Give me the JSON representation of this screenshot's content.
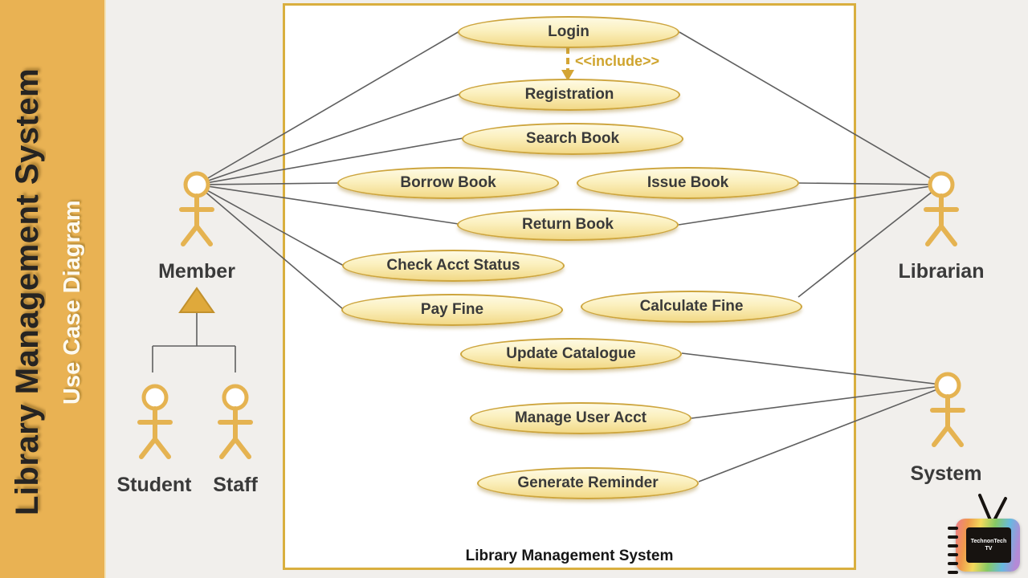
{
  "sidebar": {
    "title": "Library Management System",
    "subtitle": "Use Case Diagram"
  },
  "diagram": {
    "caption": "Library Management System",
    "use_cases": [
      {
        "id": "login",
        "label": "Login"
      },
      {
        "id": "registration",
        "label": "Registration"
      },
      {
        "id": "search-book",
        "label": "Search Book"
      },
      {
        "id": "borrow-book",
        "label": "Borrow Book"
      },
      {
        "id": "issue-book",
        "label": "Issue Book"
      },
      {
        "id": "return-book",
        "label": "Return Book"
      },
      {
        "id": "check-acct-status",
        "label": "Check Acct Status"
      },
      {
        "id": "pay-fine",
        "label": "Pay Fine"
      },
      {
        "id": "calculate-fine",
        "label": "Calculate Fine"
      },
      {
        "id": "update-catalogue",
        "label": "Update Catalogue"
      },
      {
        "id": "manage-user-acct",
        "label": "Manage User Acct"
      },
      {
        "id": "generate-reminder",
        "label": "Generate Reminder"
      }
    ],
    "actors": [
      {
        "id": "member",
        "label": "Member"
      },
      {
        "id": "student",
        "label": "Student"
      },
      {
        "id": "staff",
        "label": "Staff"
      },
      {
        "id": "librarian",
        "label": "Librarian"
      },
      {
        "id": "system",
        "label": "System"
      }
    ],
    "include": {
      "label": "<<include>>",
      "from": "Login",
      "to": "Registration"
    },
    "associations": [
      {
        "from": "Member",
        "to": "Login"
      },
      {
        "from": "Member",
        "to": "Registration"
      },
      {
        "from": "Member",
        "to": "Search Book"
      },
      {
        "from": "Member",
        "to": "Borrow Book"
      },
      {
        "from": "Member",
        "to": "Return Book"
      },
      {
        "from": "Member",
        "to": "Check Acct Status"
      },
      {
        "from": "Member",
        "to": "Pay Fine"
      },
      {
        "from": "Librarian",
        "to": "Login"
      },
      {
        "from": "Librarian",
        "to": "Issue Book"
      },
      {
        "from": "Librarian",
        "to": "Return Book"
      },
      {
        "from": "Librarian",
        "to": "Calculate Fine"
      },
      {
        "from": "System",
        "to": "Update Catalogue"
      },
      {
        "from": "System",
        "to": "Manage User Acct"
      },
      {
        "from": "System",
        "to": "Generate Reminder"
      }
    ],
    "generalization": {
      "parent": "Member",
      "children": [
        "Student",
        "Staff"
      ]
    }
  },
  "logo": {
    "line1": "TechnonTech",
    "line2": "TV"
  },
  "colors": {
    "sidebar_bg": "#E9B253",
    "boundary_border": "#D9AF3F",
    "ellipse_border": "#CDA53E",
    "ellipse_fill_top": "#FEFAE3",
    "ellipse_fill_bottom": "#F2D987",
    "actor_gold": "#E5B351",
    "include_gold": "#CFA42E",
    "line_gray": "#5F5F5F"
  }
}
